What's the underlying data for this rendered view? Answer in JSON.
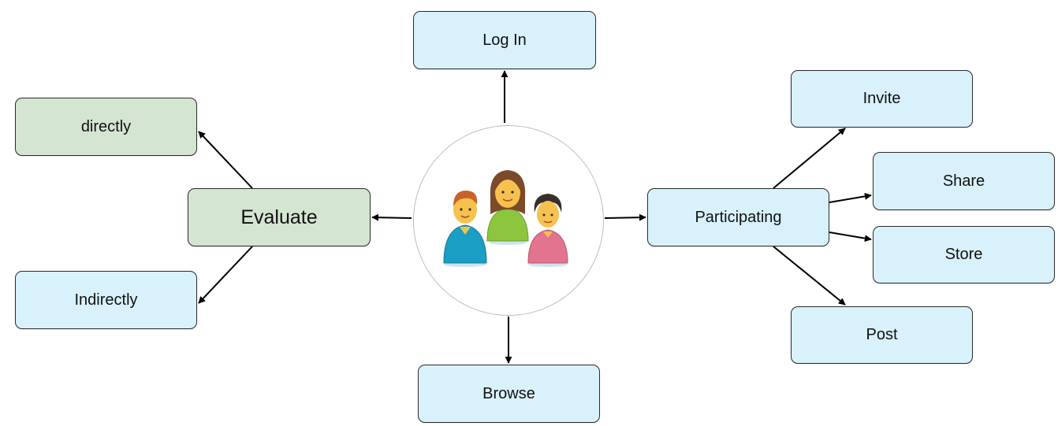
{
  "nodes": {
    "login": "Log In",
    "browse": "Browse",
    "evaluate": "Evaluate",
    "directly": "directly",
    "indirectly": "Indirectly",
    "participating": "Participating",
    "invite": "Invite",
    "share": "Share",
    "store": "Store",
    "post": "Post"
  },
  "hub_icon": "people-group-icon",
  "colors": {
    "blue_fill": "#d8f1fb",
    "green_fill": "#d4e5d2",
    "border": "#2b2b2b",
    "arrow": "#000000"
  }
}
